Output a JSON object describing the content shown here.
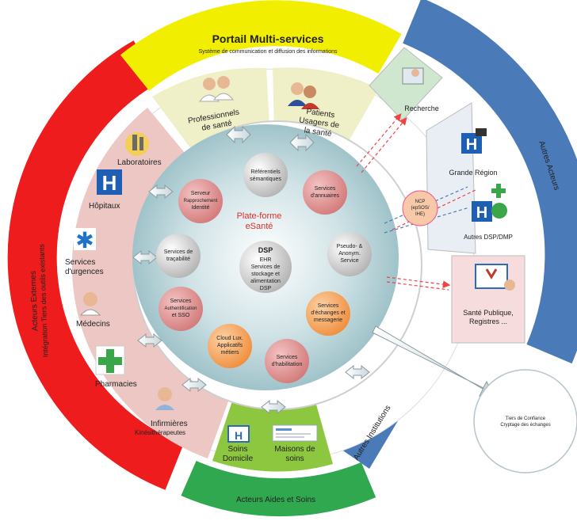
{
  "portal": {
    "title": "Portail Multi-services",
    "subtitle": "Système de communication et diffusion des informations"
  },
  "top_sectors": {
    "professionnels": [
      "Professionnels",
      "de santé"
    ],
    "patients": [
      "Patients",
      "Usagers de",
      "la santé"
    ]
  },
  "left_arc": {
    "line1": "Acteurs Externes",
    "line2": "Intégration Tiers des outils existants"
  },
  "left_items": {
    "laboratoires": "Laboratoires",
    "hopitaux": "Hôpitaux",
    "urgences": [
      "Services",
      "d'urgences"
    ],
    "medecins": "Médecins",
    "pharmacies": "Pharmacies",
    "infirmieres": [
      "Infirmières",
      "Kinésithérapeutes"
    ]
  },
  "bottom_sectors": {
    "soins_domicile": [
      "Soins",
      "Domicile"
    ],
    "maisons_soins": [
      "Maisons de",
      "soins"
    ]
  },
  "bottom_arc": "Acteurs Aides et Soins",
  "autres_institutions": "Autres Institutions",
  "right_arc": "Autres Acteurs",
  "right_items": {
    "recherche": "Recherche",
    "grande_region": "Grande Région",
    "autres_dsp": "Autres DSP/DMP",
    "sante_publique": [
      "Santé Publique,",
      "Registres ..."
    ]
  },
  "ncp": [
    "NCP",
    "(epSOS/",
    "IHE)"
  ],
  "tiers": [
    "Tiers de Confiance",
    "Cryptage des échanges"
  ],
  "platform": {
    "title": [
      "Plate-forme",
      "eSanté"
    ]
  },
  "center": {
    "title": "DSP",
    "lines": [
      "EHR",
      "Services de",
      "stockage et",
      "alimentation",
      "DSP"
    ]
  },
  "services": {
    "referentiels": [
      "Référentiels",
      "sémantiques"
    ],
    "serveur": [
      "Serveur",
      "Rapprochement",
      "Identité"
    ],
    "annuaires": [
      "Services",
      "d'annuaires"
    ],
    "tracabilite": [
      "Services de",
      "traçabilité"
    ],
    "pseudo": [
      "Pseudo- &",
      "Anonym.",
      "Service"
    ],
    "authentification": [
      "Services",
      "Authentification",
      "et SSO"
    ],
    "echanges": [
      "Services",
      "d'échanges et",
      "messagerie"
    ],
    "cloud": [
      "Cloud Lux.",
      "Applicatifs",
      "métiers"
    ],
    "habilitation": [
      "Services",
      "d'habilitation"
    ]
  },
  "colors": {
    "yellow": "#f2ee00",
    "red": "#ee1c1c",
    "green": "#33a852",
    "blue": "#4a7ab8",
    "pink_sector": "#ecc7c3",
    "cream_sector": "#efefc8",
    "green_sector": "#8dc63f",
    "service_red": "#dc8a8a",
    "service_grey": "#c9c9c9",
    "service_orange": "#f6a661"
  }
}
